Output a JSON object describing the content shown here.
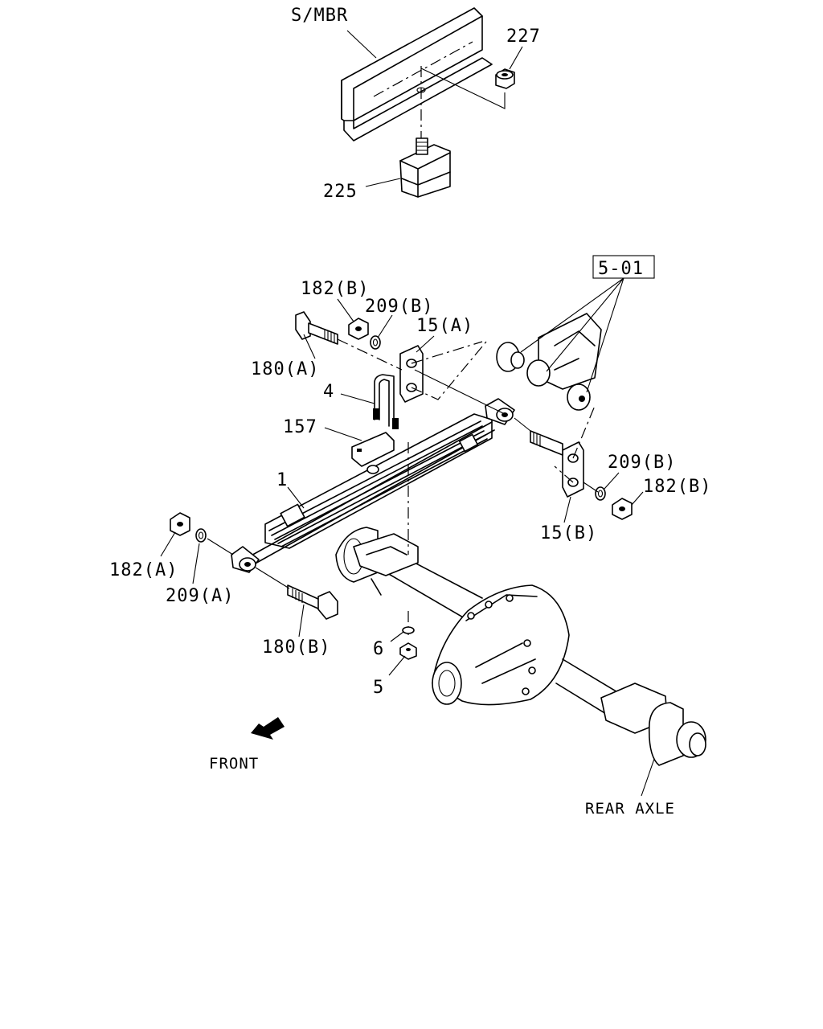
{
  "labels": {
    "smbr": "S/MBR",
    "p227": "227",
    "p225": "225",
    "p501": "5-01",
    "p182b_top": "182(B)",
    "p209b_top": "209(B)",
    "p15a": "15(A)",
    "p180a": "180(A)",
    "p4": "4",
    "p157": "157",
    "p1": "1",
    "p209b_right": "209(B)",
    "p182b_right": "182(B)",
    "p15b": "15(B)",
    "p182a": "182(A)",
    "p209a": "209(A)",
    "p180b": "180(B)",
    "p6": "6",
    "p5": "5",
    "front": "FRONT",
    "rear_axle": "REAR AXLE"
  },
  "icons": {
    "front_arrow": "arrow-down-left-icon"
  }
}
